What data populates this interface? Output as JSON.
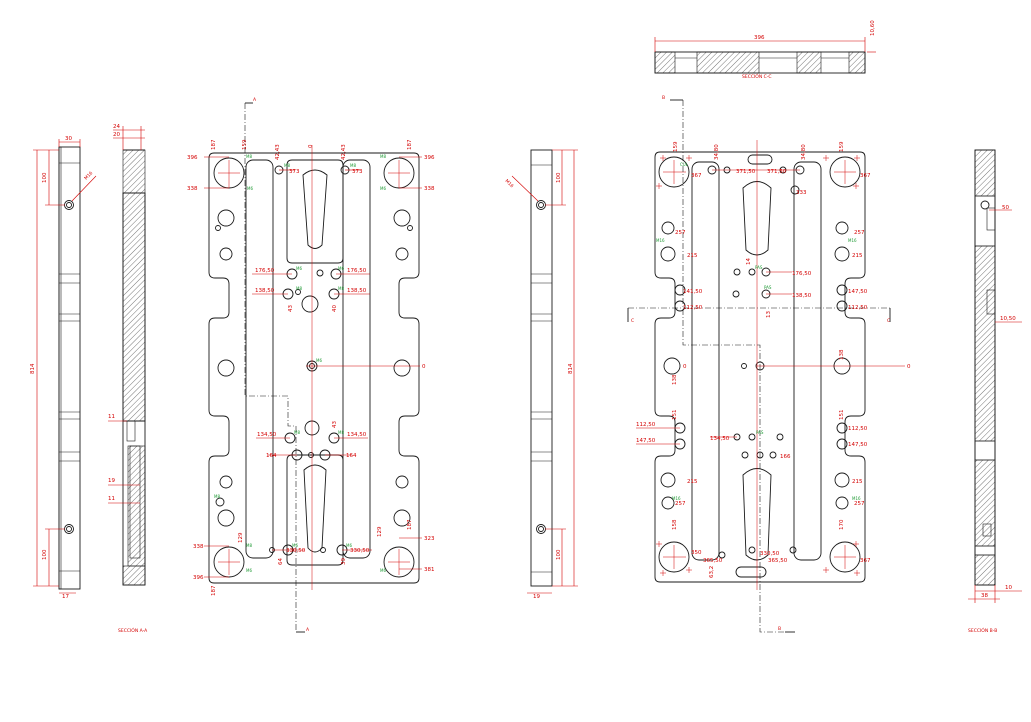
{
  "drawing": {
    "background": "#ffffff",
    "colors": {
      "outline": "#1a1a1a",
      "dimension": "#d40000",
      "thread_note": "#1f9a35"
    },
    "section_labels": {
      "aa": "SECCIÓN A-A",
      "bb": "SECCIÓN B-B",
      "cc": "SECCIÓN C-C"
    },
    "cut_markers": {
      "a": "A",
      "b": "B",
      "c": "C"
    },
    "left_side_view": {
      "overall": "814",
      "top": "100",
      "bottom": "100",
      "width": "30",
      "bottom_width": "17",
      "hole_note": "M16"
    },
    "section_aa": {
      "thickness": "24",
      "inner": "20",
      "mid_top": "11",
      "mid": "19",
      "mid_bottom": "11"
    },
    "front_left": {
      "corner_top_right": "396",
      "corner_top_left": "396",
      "row2_left": "338",
      "row2_right": "338",
      "bottom_left_a": "338",
      "bottom_left_b": "396",
      "bottom_right_a": "323",
      "bottom_right_b": "381",
      "top_v_left": "187",
      "top_v_right": "187",
      "top_v_center": "159",
      "top_pair_left": "373",
      "top_pair_right": "373",
      "mid_left_a": "176,50",
      "mid_right_a": "176,50",
      "mid_left_b": "138,50",
      "mid_right_b": "138,50",
      "center": "0",
      "low_left": "134,50",
      "low_right": "134,50",
      "low_left_b": "164",
      "low_right_b": "164",
      "bottom_v_left": "129",
      "bottom_v_right": "129",
      "bottom_v_right2": "187",
      "bottom_pair_left": "330,50",
      "bottom_pair_right": "330,50",
      "small_vals": [
        "43",
        "40",
        "42",
        "34",
        "42,43",
        "64",
        "39",
        "187"
      ],
      "thread_notes": [
        "M8",
        "M6",
        "M8",
        "M6",
        "M8",
        "M6",
        "M8",
        "M6"
      ]
    },
    "right_side_view": {
      "overall": "814",
      "top": "100",
      "bottom": "100",
      "hole_note": "M16",
      "bottom_width": "19"
    },
    "front_right": {
      "top_v_left": "34,80",
      "top_v_right": "34,80",
      "top_h_left": "371,50",
      "top_h_right": "371,50",
      "corner_values": [
        "367",
        "367",
        "333",
        "257",
        "257",
        "257",
        "257",
        "215",
        "215",
        "215",
        "215"
      ],
      "mid_vals": [
        "176,50",
        "138,50",
        "141,50",
        "147,50",
        "112,50",
        "112,50",
        "147,50",
        "147,50",
        "134,50",
        "134,50",
        "166"
      ],
      "center": "0",
      "bottom_vals": [
        "330,50",
        "365,50",
        "365,50",
        "350",
        "367"
      ],
      "small_vals": [
        "159",
        "151",
        "138",
        "138",
        "151",
        "170",
        "158",
        "14",
        "13",
        "63,2"
      ],
      "notes": [
        "CUL",
        "PAS",
        "PAS",
        "PAS",
        "M16",
        "M16",
        "M16",
        "M16"
      ]
    },
    "section_cc": {
      "width": "396",
      "height": "10,60"
    },
    "section_bb": {
      "val_a": "50",
      "val_b": "10,50",
      "val_c": "10",
      "val_d": "38"
    }
  }
}
